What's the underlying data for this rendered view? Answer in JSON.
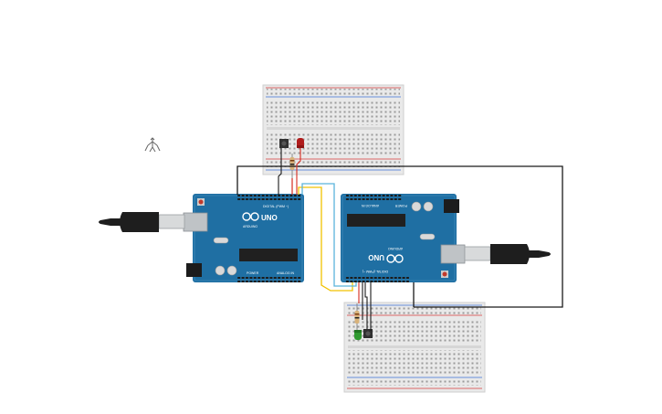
{
  "canvas": {
    "boards": [
      {
        "id": "arduino-left",
        "model_label": "UNO",
        "brand_label": "ARDUINO",
        "digital_label": "DIGITAL (PWM ~)",
        "power_label": "POWER",
        "analog_label": "ANALOG IN"
      },
      {
        "id": "arduino-right",
        "model_label": "UNO",
        "brand_label": "ARDUINO",
        "digital_label": "DIGITAL (PWM ~)",
        "power_label": "POWER",
        "analog_label": "ANALOG IN"
      }
    ],
    "components": {
      "top_led_color": "red",
      "bottom_led_color": "green",
      "wire_colors": {
        "black": "#1a1a1a",
        "red": "#d42a1e",
        "yellow": "#f2c200",
        "blue": "#5ab4dc"
      },
      "board_color": "#1f6fa3"
    },
    "cursor_icon": "move-cursor-icon"
  }
}
